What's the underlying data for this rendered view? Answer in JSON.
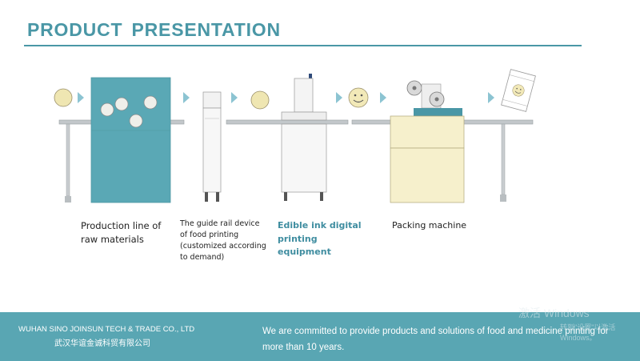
{
  "header": {
    "title": "PRODUCT  PRESENTATION"
  },
  "stations": [
    {
      "caption": "Production line of\nraw materials"
    },
    {
      "caption": "The guide rail device\nof food printing\n(customized according\nto demand)"
    },
    {
      "caption": "Edible ink digital\nprinting\nequipment"
    },
    {
      "caption": "Packing machine"
    }
  ],
  "footer": {
    "company_en": "WUHAN SINO JOINSUN TECH & TRADE CO., LTD",
    "company_cn": "武汉华谊金诚科贸有限公司",
    "mission": "We are committed to provide products and solutions of food and medicine printing for more than 10 years."
  },
  "watermark": {
    "line1": "激活 Windows",
    "line2": "转到\"设置\"以激活 Windows。"
  },
  "colors": {
    "accent": "#4a97a6",
    "footer": "#59a6b3",
    "blue_block": "#5aa8b5",
    "rail": "#b0b5b8",
    "cookie": "#efe6b2",
    "arrow": "#8cc4d2"
  },
  "icons": [
    "cookie",
    "smiley-face",
    "arrow-right",
    "rail-leg",
    "packaged-item"
  ]
}
